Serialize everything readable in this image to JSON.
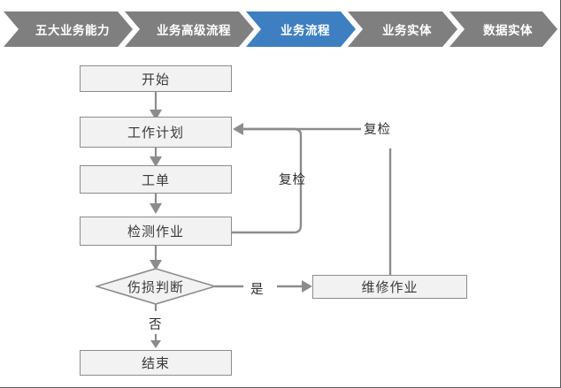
{
  "breadcrumb": {
    "items": [
      {
        "label": "五大业务能力",
        "active": false
      },
      {
        "label": "业务高级流程",
        "active": false
      },
      {
        "label": "业务流程",
        "active": true
      },
      {
        "label": "业务实体",
        "active": false
      },
      {
        "label": "数据实体",
        "active": false
      }
    ],
    "active_color": "#3d7fc1",
    "inactive_color": "#7f7f7f"
  },
  "flowchart": {
    "node_fill": "#f2f2f2",
    "node_border": "#8c8c8c",
    "connector_color": "#8c8c8c",
    "nodes": {
      "start": "开始",
      "work_plan": "工作计划",
      "work_order": "工单",
      "inspection": "检测作业",
      "damage_decision": "伤损判断",
      "repair": "维修作业",
      "end": "结束"
    },
    "edge_labels": {
      "recheck_inner": "复检",
      "recheck_outer": "复检",
      "yes": "是",
      "no": "否"
    }
  }
}
